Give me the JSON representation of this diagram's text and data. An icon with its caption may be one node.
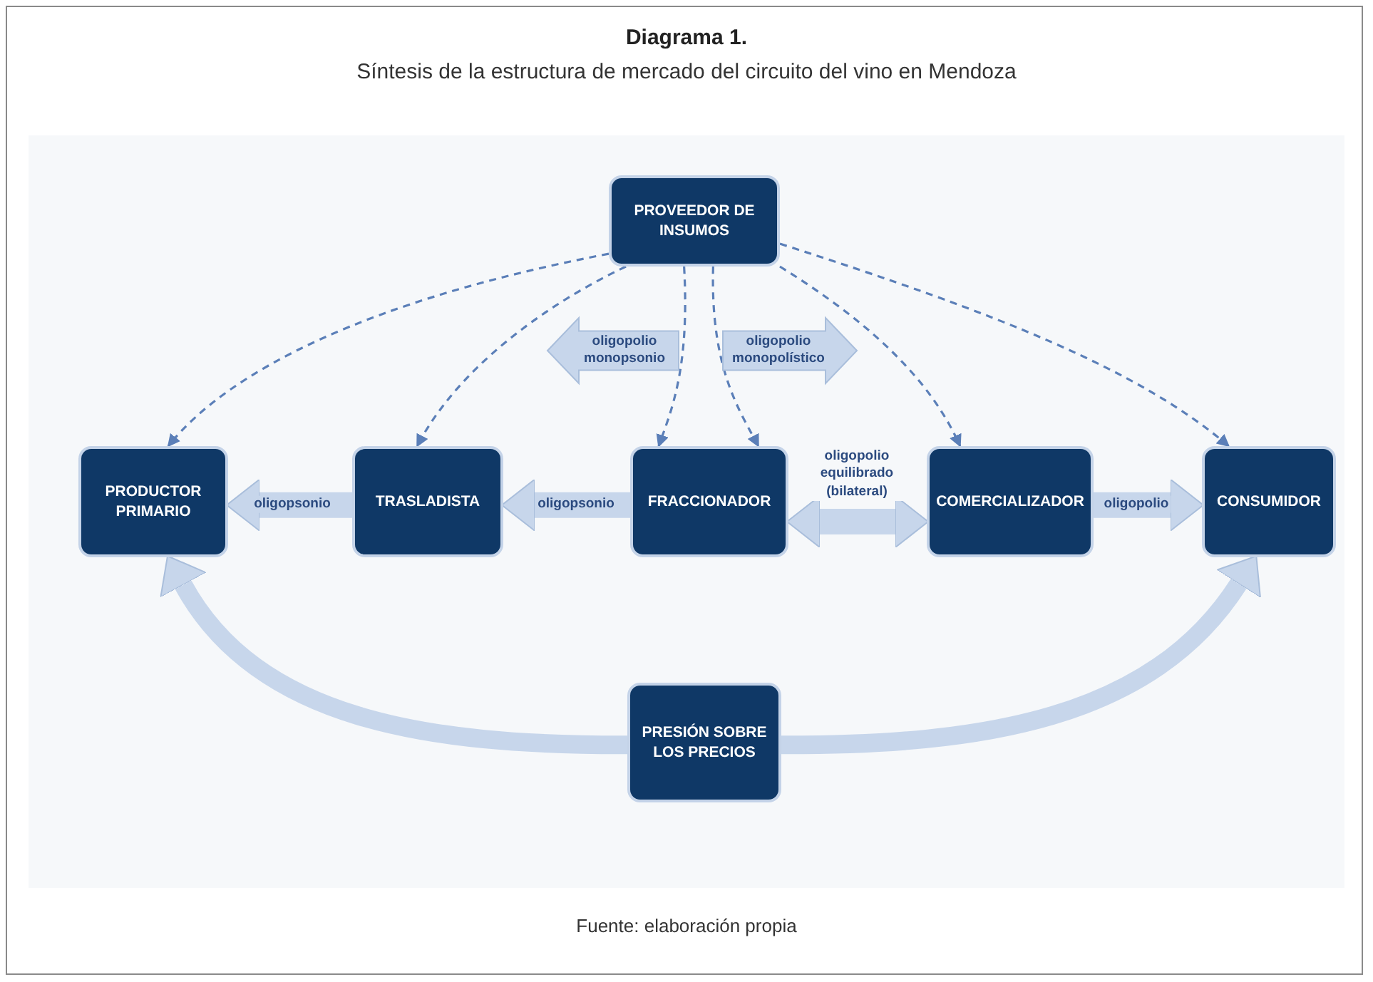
{
  "diagram": {
    "title": "Diagrama 1.",
    "caption": "Fuente: elaboración propia",
    "labels": [
      "Síntesis de la estructura de mercado del circuito del vino en Mendoza"
    ],
    "nodes": [
      {
        "text": [
          "PROVEEDOR DE INSUMOS"
        ]
      },
      {
        "text": [
          "PRODUCTOR PRIMARIO"
        ]
      },
      {
        "text": [
          "TRASLADISTA"
        ]
      },
      {
        "text": [
          "FRACCIONADOR"
        ]
      },
      {
        "text": [
          "COMERCIALIZADOR"
        ]
      },
      {
        "text": [
          "CONSUMIDOR"
        ]
      },
      {
        "text": [
          "PRESIÓN SOBRE LOS PRECIOS"
        ]
      },
      {
        "text": [
          "oligopolio monopsonio"
        ]
      },
      {
        "text": [
          "oligopolio monopolístico"
        ]
      }
    ],
    "edges": [
      {
        "from": 2,
        "to": 1,
        "arrow": "to",
        "label": "oligopsonio",
        "style": "thick"
      },
      {
        "from": 3,
        "to": 2,
        "arrow": "to",
        "label": "oligopsonio",
        "style": "thick"
      },
      {
        "from": 3,
        "to": 4,
        "arrow": "both",
        "label": "oligopolio equilibrado (bilateral)",
        "style": "thick"
      },
      {
        "from": 4,
        "to": 5,
        "arrow": "to",
        "label": "oligopolio",
        "style": "thick"
      },
      {
        "from": 0,
        "to": 1,
        "arrow": "to",
        "style": "dashed",
        "color": "#5b7fb8"
      },
      {
        "from": 0,
        "to": 2,
        "arrow": "to",
        "style": "dashed",
        "color": "#5b7fb8"
      },
      {
        "from": 0,
        "to": 3,
        "arrow": "to",
        "style": "dashed",
        "color": "#5b7fb8"
      },
      {
        "from": 0,
        "to": 3,
        "arrow": "to",
        "style": "dashed",
        "color": "#5b7fb8"
      },
      {
        "from": 0,
        "to": 4,
        "arrow": "to",
        "style": "dashed",
        "color": "#5b7fb8"
      },
      {
        "from": 0,
        "to": 5,
        "arrow": "to",
        "style": "dashed",
        "color": "#5b7fb8"
      },
      {
        "from": 6,
        "to": 1,
        "arrow": "to",
        "style": "thick"
      },
      {
        "from": 6,
        "to": 5,
        "arrow": "to",
        "style": "thick"
      }
    ]
  }
}
